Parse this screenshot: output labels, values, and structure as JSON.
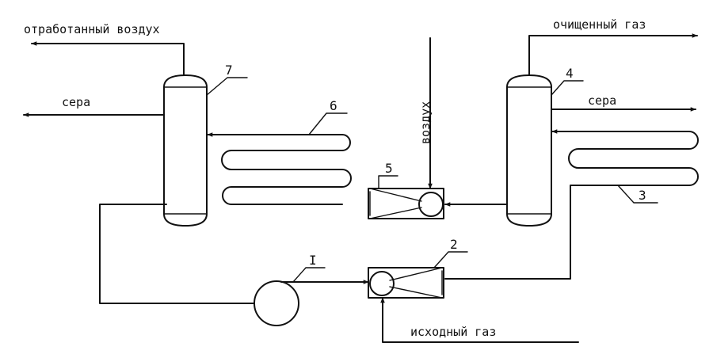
{
  "labels": {
    "spent_air": "отработанный воздух",
    "purified_gas": "очищенный газ",
    "sulfur_left": "сера",
    "sulfur_right": "сера",
    "air": "воздух",
    "feed_gas": "исходный газ"
  },
  "numbers": {
    "n1": "I",
    "n2": "2",
    "n3": "3",
    "n4": "4",
    "n5": "5",
    "n6": "6",
    "n7": "7"
  }
}
